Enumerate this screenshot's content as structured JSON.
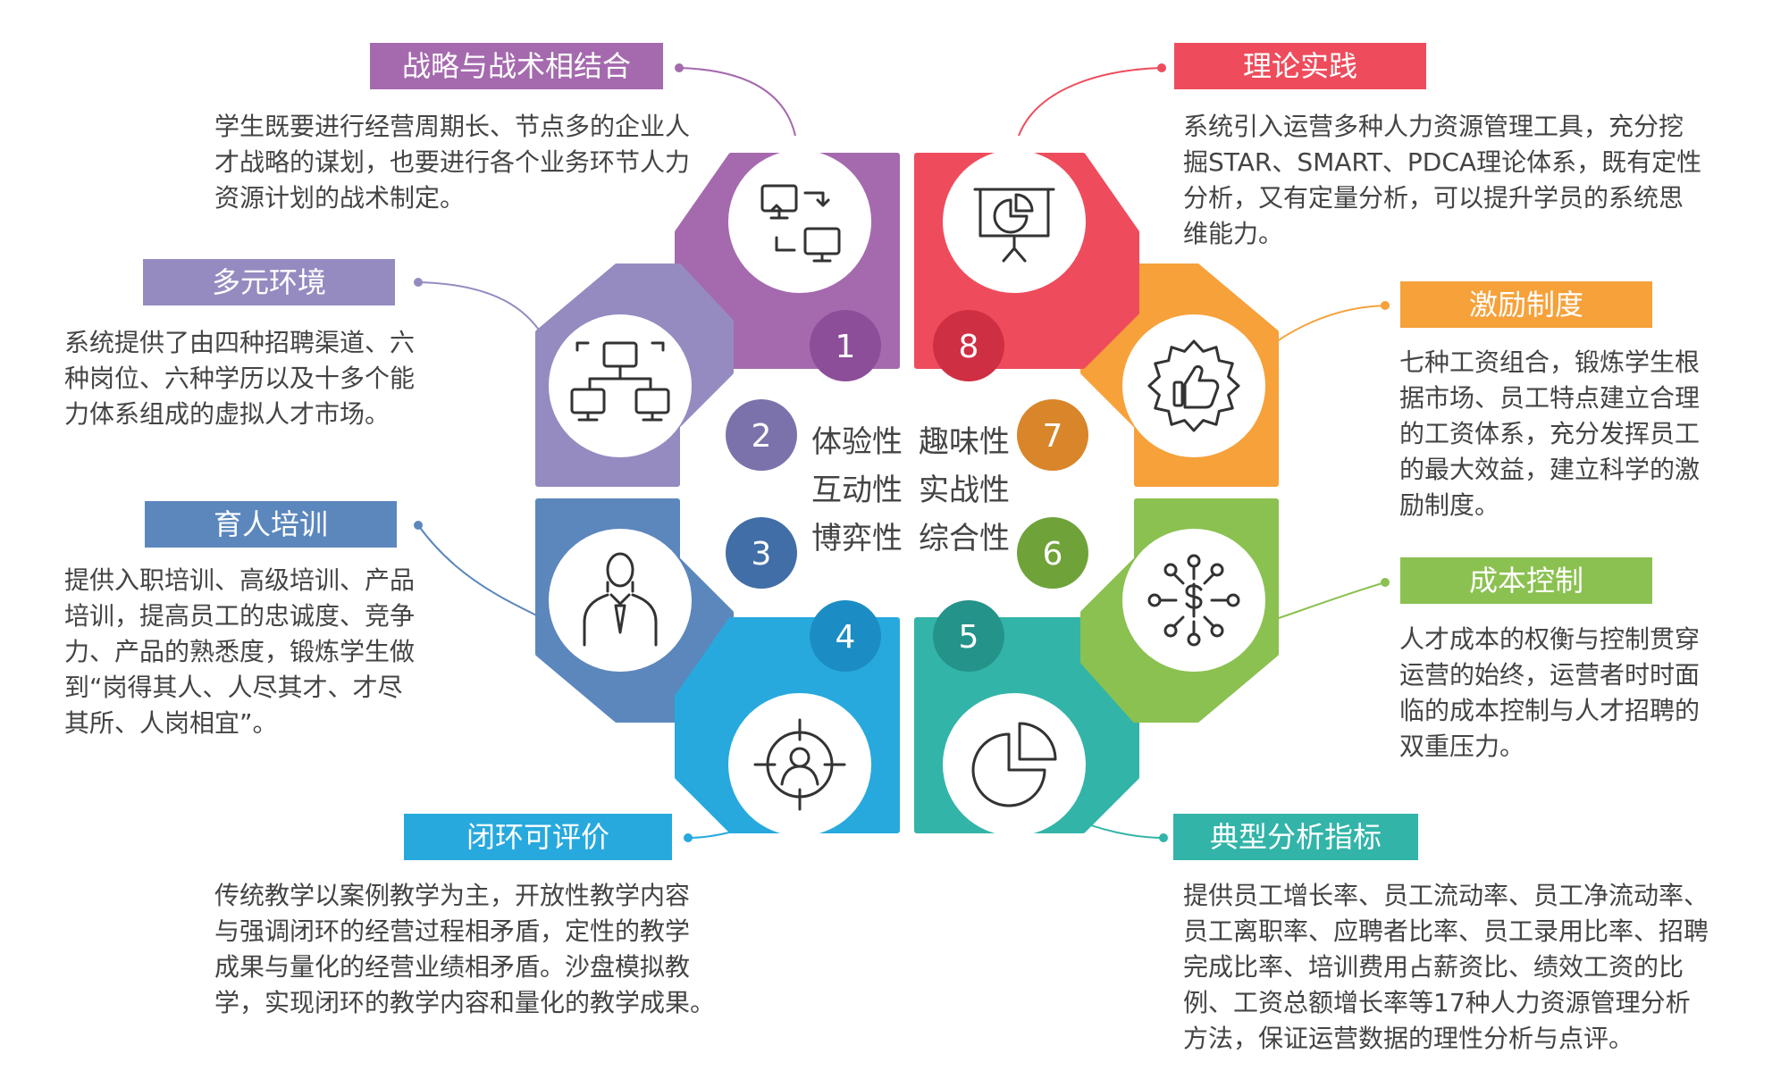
{
  "center_words": [
    "体验性",
    "趣味性",
    "互动性",
    "实战性",
    "博弈性",
    "综合性"
  ],
  "petals": [
    {
      "number": "1",
      "title": "战略与战术相结合",
      "color": "#a56aae",
      "dark": "#8c4e99",
      "icon": "monitor-exchange-icon",
      "desc": [
        "学生既要进行经营周期长、节点多的企业人",
        "才战略的谋划，也要进行各个业务环节人力",
        "资源计划的战术制定。"
      ]
    },
    {
      "number": "2",
      "title": "多元环境",
      "color": "#958bc0",
      "dark": "#7c72ab",
      "icon": "network-icon",
      "desc": [
        "系统提供了由四种招聘渠道、六",
        "种岗位、六种学历以及十多个能",
        "力体系组成的虚拟人才市场。"
      ]
    },
    {
      "number": "3",
      "title": "育人培训",
      "color": "#5b87bd",
      "dark": "#416ea6",
      "icon": "businessman-icon",
      "desc": [
        "提供入职培训、高级培训、产品",
        "培训，提高员工的忠诚度、竞争",
        "力、产品的熟悉度，锻炼学生做",
        "到“岗得其人、人尽其才、才尽",
        "其所、人岗相宜”。"
      ]
    },
    {
      "number": "4",
      "title": "闭环可评价",
      "color": "#27a9de",
      "dark": "#1c8dc4",
      "icon": "target-user-icon",
      "desc": [
        "传统教学以案例教学为主，开放性教学内容",
        "与强调闭环的经营过程相矛盾，定性的教学",
        "成果与量化的经营业绩相矛盾。沙盘模拟教",
        "学，实现闭环的教学内容和量化的教学成果。"
      ]
    },
    {
      "number": "5",
      "title": "典型分析指标",
      "color": "#33b4a8",
      "dark": "#24938a",
      "icon": "pie-chart-icon",
      "desc": [
        "提供员工增长率、员工流动率、员工净流动率、",
        "员工离职率、应聘者比率、员工录用比率、招聘",
        "完成比率、培训费用占薪资比、绩效工资的比",
        "例、工资总额增长率等17种人力资源管理分析",
        "方法，保证运营数据的理性分析与点评。"
      ]
    },
    {
      "number": "6",
      "title": "成本控制",
      "color": "#8bc150",
      "dark": "#6fa33a",
      "icon": "cost-network-icon",
      "desc": [
        "人才成本的权衡与控制贯穿",
        "运营的始终，运营者时时面",
        "临的成本控制与人才招聘的",
        "双重压力。"
      ]
    },
    {
      "number": "7",
      "title": "激励制度",
      "color": "#f6a13a",
      "dark": "#d9852a",
      "icon": "thumbs-up-badge-icon",
      "desc": [
        "七种工资组合，锻炼学生根",
        "据市场、员工特点建立合理",
        "的工资体系，充分发挥员工",
        "的最大效益，建立科学的激",
        "励制度。"
      ]
    },
    {
      "number": "8",
      "title": "理论实践",
      "color": "#ee4c5c",
      "dark": "#cf2f43",
      "icon": "presentation-board-icon",
      "desc": [
        "系统引入运营多种人力资源管理工具，充分挖",
        "掘STAR、SMART、PDCA理论体系，既有定性",
        "分析，又有定量分析，可以提升学员的系统思",
        "维能力。"
      ]
    }
  ]
}
